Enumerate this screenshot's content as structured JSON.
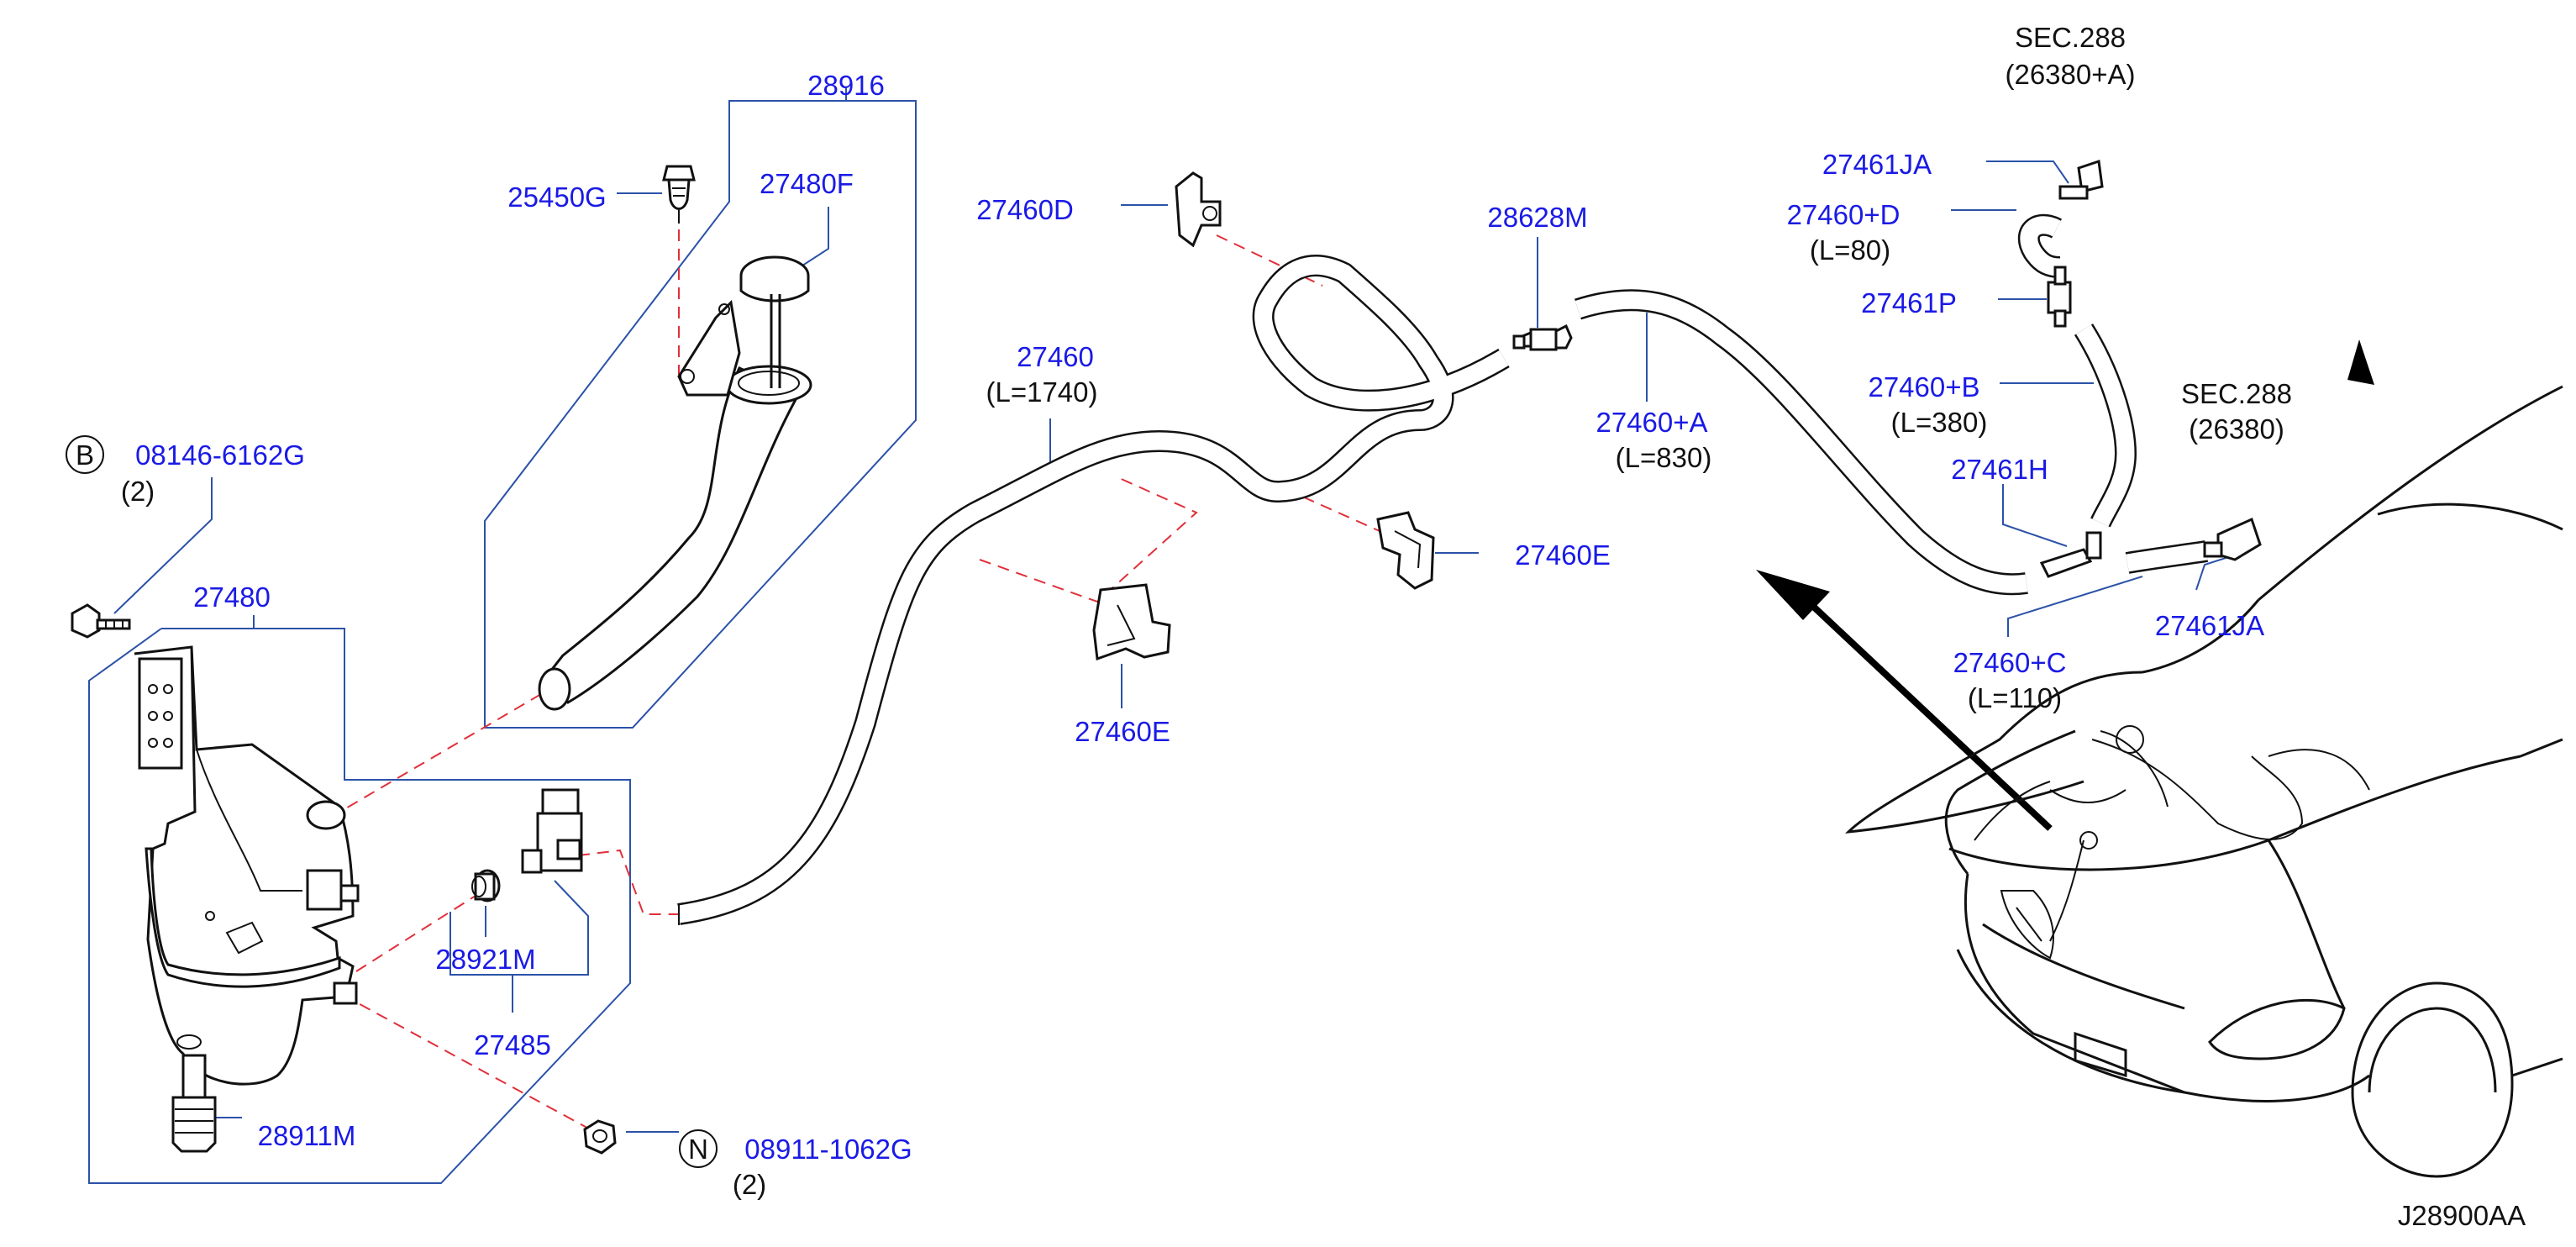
{
  "labels": {
    "p28916": "28916",
    "p25450g": "25450G",
    "p27480f": "27480F",
    "p08146": "08146-6162G",
    "p08146_qty": "(2)",
    "p27480": "27480",
    "p28921m": "28921M",
    "p27485": "27485",
    "p28911m": "28911M",
    "p08911": "08911-1062G",
    "p08911_qty": "(2)",
    "p27460d": "27460D",
    "p27460": "27460",
    "p27460_len": "(L=1740)",
    "p27460e_upper": "27460E",
    "p27460e_lower": "27460E",
    "p28628m": "28628M",
    "p27460a": "27460+A",
    "p27460a_len": "(L=830)",
    "sec288_top": "SEC.288",
    "sec288_top_ref": "(26380+A)",
    "p27461ja_top": "27461JA",
    "p27460d_plus": "27460+D",
    "p27460d_plus_len": "(L=80)",
    "p27461p": "27461P",
    "p27460b": "27460+B",
    "p27460b_len": "(L=380)",
    "sec288_right": "SEC.288",
    "sec288_right_ref": "(26380)",
    "p27461h": "27461H",
    "p27460c": "27460+C",
    "p27460c_len": "(L=110)",
    "p27461ja_bottom": "27461JA",
    "diagram_code": "J28900AA"
  },
  "symbols": {
    "bolt_marker": "B",
    "nut_marker": "N"
  },
  "colors": {
    "part_number": "#1a1ae6",
    "leader_line": "#2b52a8",
    "connection_dash": "#e0303a",
    "outline": "#111111"
  }
}
